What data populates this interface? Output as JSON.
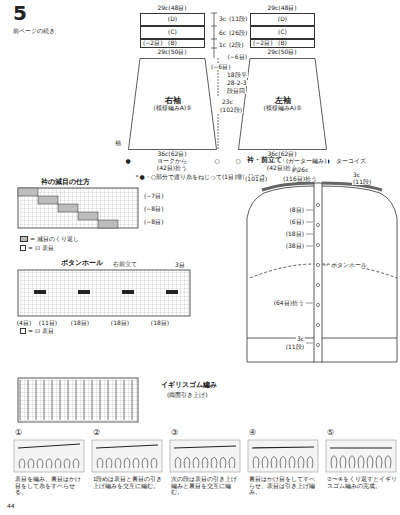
{
  "diagram": {
    "nodes": [
      {
        "text": [
          "(D)"
        ]
      },
      {
        "text": [
          "(C)"
        ]
      },
      {
        "text": [
          "(B)"
        ]
      },
      {
        "text": [
          "右袖",
          "(模様編みA)⑤"
        ]
      },
      {
        "text": [
          "(D)"
        ]
      },
      {
        "text": [
          "(C)"
        ]
      },
      {
        "text": [
          "(B)"
        ]
      },
      {
        "text": [
          "左袖",
          "(模様編みA)⑤"
        ]
      }
    ],
    "labels": [
      "5",
      "前ページの続き",
      "29c(48目)",
      "(−2目)",
      "29c(50目)",
      "(−6目)",
      "36c(62目)",
      "袖",
      "●",
      "ヨークから",
      "(42目)拾う",
      "○",
      "＊●・○部分で渡り糸をねじって(1目)増し目する",
      "3c",
      "(11段)",
      "6c",
      "(26段)",
      "1c",
      "(2段)",
      "18段平",
      "28-2-3",
      "段目回",
      "23c",
      "(102段)",
      "29c(48目)",
      "(−2目)",
      "29c(50目)",
      "(−6目)",
      "36c(62目)",
      "○",
      "ヨークから",
      "(42目)拾う",
      "●",
      "衿の減目の仕方",
      "(−7目)",
      "(−8目)",
      "(−8目)",
      "ボタンホール",
      "右前立て",
      "3目",
      "(4目)",
      "(11目)",
      "(18目)",
      "(18目)",
      "(18目)",
      "衿・前立て",
      "(ガーター編み)",
      "ターコイズ",
      "約26c",
      "(101目)",
      "(116目)拾う",
      "3c",
      "(11段)",
      "(8目)",
      "(6目)",
      "(18目)",
      "(38目)",
      "ボタンホール",
      "(64目)拾う",
      "3c",
      "(11段)",
      "イギリスゴム編み",
      "(両面引き上げ)",
      "①",
      "②",
      "③",
      "④",
      "⑤",
      "表目を編み、裏目はかけ目をして糸をすべらせる。",
      "1段めは表目と裏目の引き上げ編みを交互に編む。",
      "次の段は表目の引き上げ編みと裏目を交互に編む。",
      "裏目はかけ目をしてすべらせ、表目は引き上げ編み。",
      "②〜④をくり返すとイギリスゴム編みの完成。",
      "44"
    ],
    "legend": [
      {
        "text": "= 減目のくり返し",
        "color": "#bdbdbd"
      },
      {
        "text": "= ⊡ 表目"
      },
      {
        "text": "= ⊡ 表目"
      }
    ]
  }
}
